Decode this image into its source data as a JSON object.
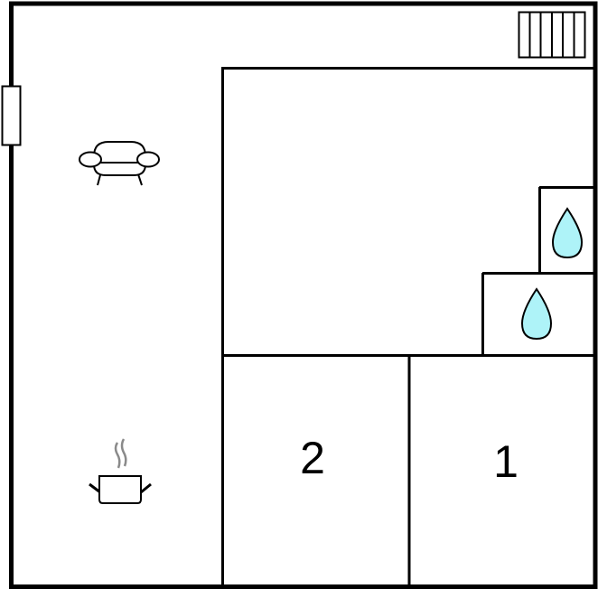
{
  "floorplan": {
    "title": "",
    "colors": {
      "wall": "#000000",
      "background": "#ffffff",
      "water": "#aef3f8",
      "steam": "#8a8a8a"
    },
    "rooms": [
      {
        "id": "living-kitchen",
        "label": ""
      },
      {
        "id": "room-upper",
        "label": ""
      },
      {
        "id": "bedroom-2",
        "label": "2"
      },
      {
        "id": "bedroom-1",
        "label": "1"
      },
      {
        "id": "bathroom-upper",
        "label": ""
      },
      {
        "id": "bathroom-lower",
        "label": ""
      }
    ],
    "icons": [
      {
        "name": "radiator-icon",
        "room": "living-kitchen"
      },
      {
        "name": "window-icon",
        "room": "living-kitchen"
      },
      {
        "name": "armchair-icon",
        "room": "living-kitchen"
      },
      {
        "name": "cooking-pot-icon",
        "room": "living-kitchen"
      },
      {
        "name": "water-drop-icon",
        "room": "bathroom-upper"
      },
      {
        "name": "water-drop-icon",
        "room": "bathroom-lower"
      }
    ]
  }
}
